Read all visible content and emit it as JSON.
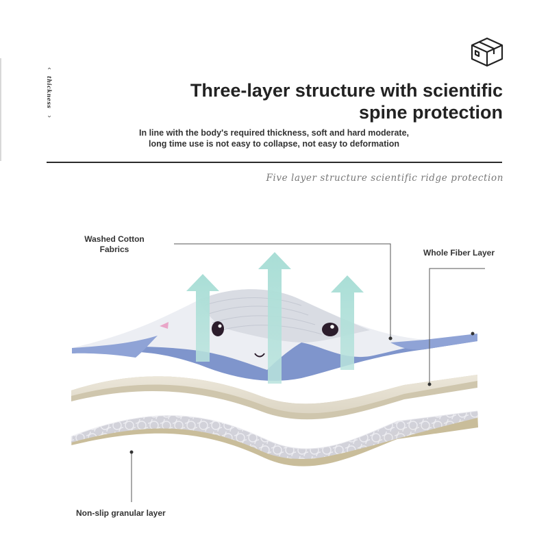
{
  "side": {
    "label": "thickness",
    "icon": "chevron-icon"
  },
  "header": {
    "icon": "box-icon",
    "title_line1": "Three-layer structure with scientific",
    "title_line2": "spine protection",
    "subtitle_line1": "In line with the body's required thickness, soft and hard moderate,",
    "subtitle_line2": "long time use is not easy to collapse, not easy to deformation",
    "script_text": "Five layer structure scientific ridge protection"
  },
  "layers": {
    "top_label_line1": "Washed Cotton",
    "top_label_line2": "Fabrics",
    "middle_label": "Whole Fiber Layer",
    "bottom_label": "Non-slip granular layer",
    "arrow_icon": "upward-arrow-icon"
  },
  "colors": {
    "title": "#222222",
    "rule": "#2a2a2a",
    "arrow": "#9fd6cf",
    "top_layer_blue": "#7f95cc",
    "top_layer_white": "#e8ebf0",
    "middle_layer": "#e8e2d4",
    "bottom_layer": "#d4d4dc",
    "bottom_edge": "#c9bd9a"
  }
}
